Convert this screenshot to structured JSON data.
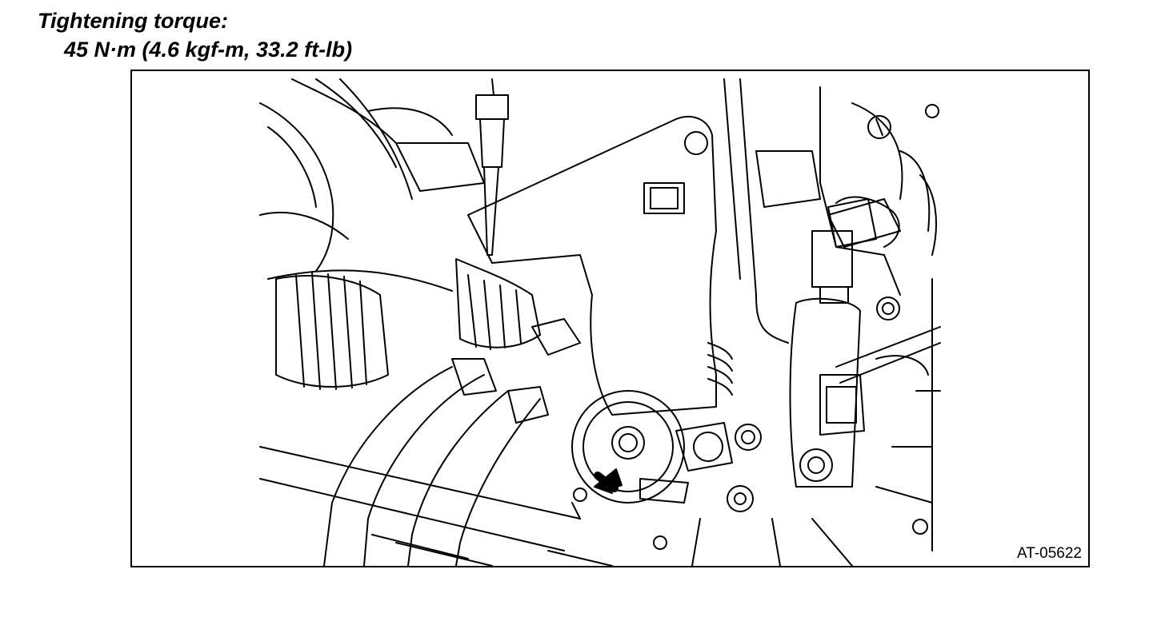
{
  "heading": "Tightening torque:",
  "torque_value": "45 N·m (4.6 kgf-m, 33.2 ft-lb)",
  "figure": {
    "code": "AT-05622",
    "line_color": "#000000",
    "background_color": "#ffffff"
  }
}
